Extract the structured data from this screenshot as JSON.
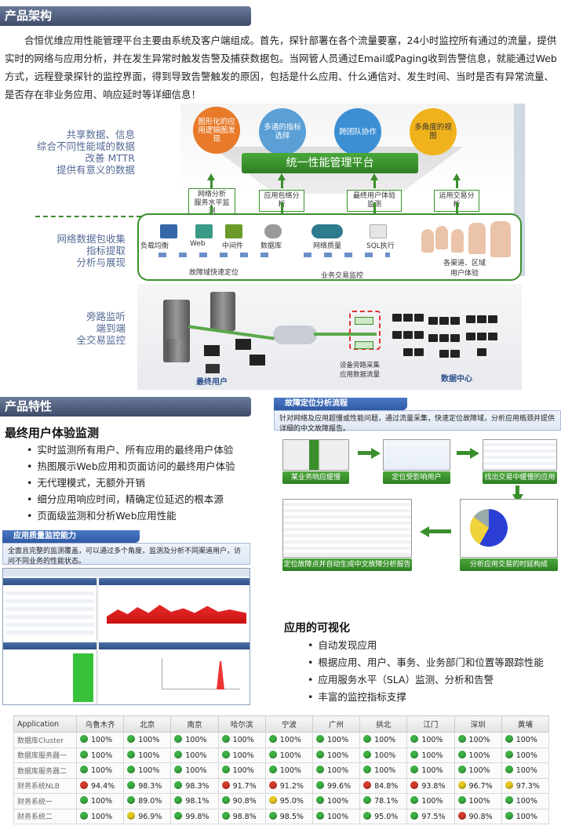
{
  "sections": {
    "architecture_title": "产品架构",
    "features_title": "产品特性"
  },
  "intro": "合恒优维应用性能管理平台主要由系统及客户端组成。首先，探针部署在各个流量要塞，24小时监控所有通过的流量，提供实时的网络与应用分析，并在发生异常时触发告警及捕获数据包。当网管人员通过Email或Paging收到告警信息，就能通过Web方式，远程登录探针的监控界面，得到导致告警触发的原因，包括是什么应用、什么通信对、发生时间、当时是否有异常流量、是否存在非业务应用、响应延时等详细信息！",
  "diagram": {
    "left_text_1": "共享数据、信息\n综合不同性能域的数据\n改善 MTTR\n提供有意义的数据",
    "left_text_2": "网络数据包收集\n指标提取\n分析与展现",
    "left_text_3": "旁路监听\n端到端\n全交易监控",
    "bubbles": [
      "图形化的应用逻辑图发现",
      "多通的指标选择",
      "跨团队协作",
      "多角度的视图"
    ],
    "platform": "统一性能管理平台",
    "mid_labels": [
      "网络分析\n服务水平监测",
      "应用包络分析",
      "最终用户体验监测",
      "运用交易分析"
    ],
    "tiers": [
      "负载均衡",
      "Web",
      "中间件",
      "数据库",
      "网络质量",
      "SQL执行"
    ],
    "fault_label": "故障域快速定位",
    "biz_label": "业务交易监控",
    "channel_label": "各渠道、区域\n用户体验",
    "collector_label": "设备旁路采集\n应用数据流量",
    "end_user": "最终用户",
    "datacenter": "数据中心"
  },
  "features": {
    "ux_title": "最终用户体验监测",
    "ux_items": [
      "实时监测所有用户、所有应用的最终用户体验",
      "热图展示Web应用和页面访问的最终用户体验",
      "无代理模式，无额外开销",
      "细分应用响应时间，精确定位延迟的根本源",
      "页面级监测和分析Web应用性能"
    ],
    "quality_header": "应用质量监控能力",
    "quality_text": "全面且完整的监测覆盖，可以通过多个角度，监测及分析不同渠道用户，访问不同业务的性能状态。",
    "fault_header": "故障定位分析流程",
    "fault_text": "针对网络及应用超慢或性能问题，通过流量采集，快速定位故障域，分析应用瓶颈并提供详细的中文故障报告。",
    "flow_steps": [
      "某业务响应缓慢",
      "定位受影响用户",
      "找出交易中缓慢的应用请求",
      "分析应用交易的时延构成",
      "定位故障点并自动生成中文故障分析报告"
    ],
    "vis_title": "应用的可视化",
    "vis_items": [
      "自动发现应用",
      "根据应用、用户、事务、业务部门和位置等跟踪性能",
      "应用服务水平（SLA）监测、分析和告警",
      "丰富的监控指标支撑"
    ]
  },
  "status_table": {
    "header_first": "Application",
    "cities": [
      "乌鲁木齐",
      "北京",
      "南京",
      "哈尔滨",
      "宁波",
      "广州",
      "拱北",
      "江门",
      "深圳",
      "黄埔"
    ],
    "colors": {
      "green": "#3cb043",
      "yellow": "#e7c820",
      "red": "#d43a2a"
    },
    "rows": [
      {
        "app": "数据库Cluster",
        "cells": [
          [
            "green",
            "100%"
          ],
          [
            "green",
            "100%"
          ],
          [
            "green",
            "100%"
          ],
          [
            "green",
            "100%"
          ],
          [
            "green",
            "100%"
          ],
          [
            "green",
            "100%"
          ],
          [
            "green",
            "100%"
          ],
          [
            "green",
            "100%"
          ],
          [
            "green",
            "100%"
          ],
          [
            "green",
            "100%"
          ]
        ]
      },
      {
        "app": "数据库服务器一",
        "cells": [
          [
            "green",
            "100%"
          ],
          [
            "green",
            "100%"
          ],
          [
            "green",
            "100%"
          ],
          [
            "green",
            "100%"
          ],
          [
            "green",
            "100%"
          ],
          [
            "green",
            "100%"
          ],
          [
            "green",
            "100%"
          ],
          [
            "green",
            "100%"
          ],
          [
            "green",
            "100%"
          ],
          [
            "green",
            "100%"
          ]
        ]
      },
      {
        "app": "数据库服务器二",
        "cells": [
          [
            "green",
            "100%"
          ],
          [
            "green",
            "100%"
          ],
          [
            "green",
            "100%"
          ],
          [
            "green",
            "100%"
          ],
          [
            "green",
            "100%"
          ],
          [
            "green",
            "100%"
          ],
          [
            "green",
            "100%"
          ],
          [
            "green",
            "100%"
          ],
          [
            "green",
            "100%"
          ],
          [
            "green",
            "100%"
          ]
        ]
      },
      {
        "app": "财务系统NLB",
        "cells": [
          [
            "red",
            "94.4%"
          ],
          [
            "green",
            "98.3%"
          ],
          [
            "green",
            "98.3%"
          ],
          [
            "red",
            "91.7%"
          ],
          [
            "red",
            "91.2%"
          ],
          [
            "green",
            "99.6%"
          ],
          [
            "red",
            "84.8%"
          ],
          [
            "red",
            "93.8%"
          ],
          [
            "yellow",
            "96.7%"
          ],
          [
            "yellow",
            "97.3%"
          ]
        ]
      },
      {
        "app": "财务系统一",
        "cells": [
          [
            "green",
            "100%"
          ],
          [
            "green",
            "89.0%"
          ],
          [
            "green",
            "98.1%"
          ],
          [
            "green",
            "90.8%"
          ],
          [
            "yellow",
            "95.0%"
          ],
          [
            "green",
            "100%"
          ],
          [
            "green",
            "78.1%"
          ],
          [
            "green",
            "100%"
          ],
          [
            "green",
            "100%"
          ],
          [
            "green",
            "100%"
          ]
        ]
      },
      {
        "app": "财务系统二",
        "cells": [
          [
            "green",
            "100%"
          ],
          [
            "yellow",
            "96.9%"
          ],
          [
            "green",
            "99.8%"
          ],
          [
            "green",
            "98.8%"
          ],
          [
            "green",
            "98.5%"
          ],
          [
            "green",
            "100%"
          ],
          [
            "green",
            "95.0%"
          ],
          [
            "green",
            "97.5%"
          ],
          [
            "red",
            "90.8%"
          ],
          [
            "green",
            "100%"
          ]
        ]
      }
    ]
  }
}
